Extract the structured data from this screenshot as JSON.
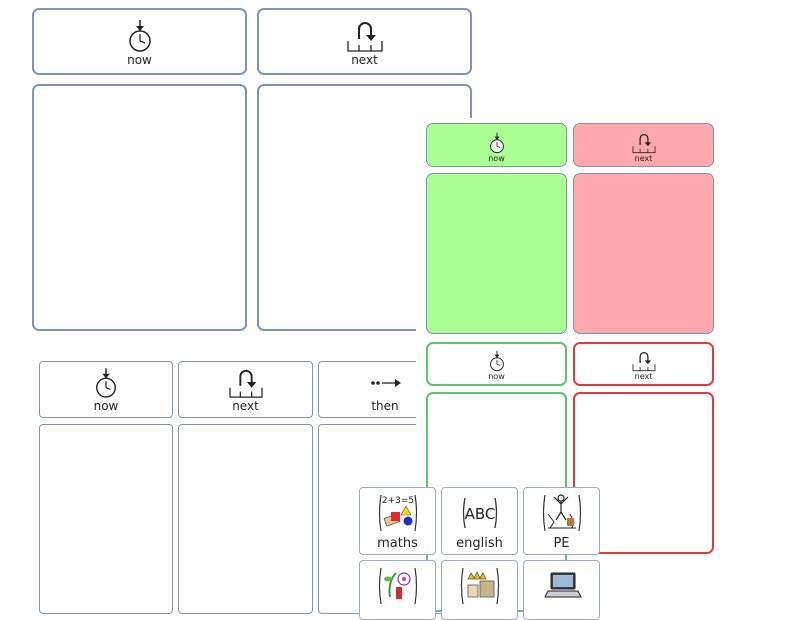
{
  "board_two": {
    "now_label": "now",
    "next_label": "next",
    "now_icon": "clock-icon",
    "next_icon": "next-arrow-icon"
  },
  "board_colour": {
    "now_label": "now",
    "next_label": "next",
    "now_colour": "#aaff93",
    "next_colour": "#ffa9af"
  },
  "board_outline": {
    "now_label": "now",
    "next_label": "next",
    "now_border": "#61c26d",
    "next_border": "#de3a3f"
  },
  "board_three": {
    "now_label": "now",
    "next_label": "next",
    "then_label": "then",
    "then_icon": "then-arrow-icon"
  },
  "subjects": [
    {
      "label": "maths",
      "icon": "maths-icon"
    },
    {
      "label": "english",
      "icon": "english-icon"
    },
    {
      "label": "PE",
      "icon": "pe-icon"
    },
    {
      "label": "",
      "icon": "science-icon"
    },
    {
      "label": "",
      "icon": "history-icon"
    },
    {
      "label": "",
      "icon": "computing-icon"
    }
  ],
  "maths_symbol_text": "2+3=5",
  "english_symbol_text": "ABC"
}
